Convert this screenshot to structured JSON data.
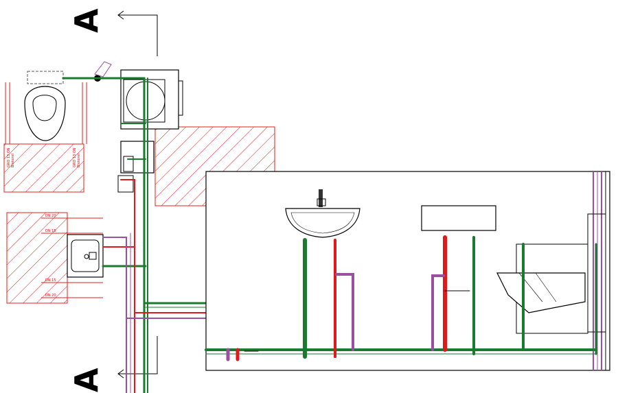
{
  "section": {
    "top_label": "A",
    "bottom_label": "A"
  },
  "colors": {
    "cold_water": "#1a7a2e",
    "hot_water": "#e0191c",
    "circulation": "#9b4fa0",
    "hatch": "#e31c1c",
    "outline": "#000000"
  },
  "plan_labels": [
    "GRO 13 ON",
    "Blokorel",
    "GRO 13 ON",
    "Blokorel",
    "DN 20",
    "DN 15",
    "DN 15",
    "DN 20"
  ]
}
